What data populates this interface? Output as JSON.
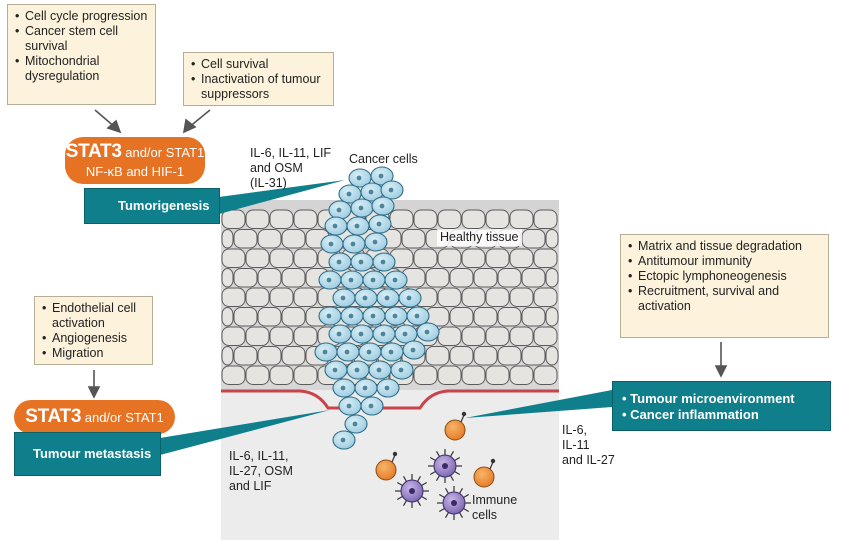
{
  "box_top_left": {
    "items": [
      "Cell cycle progression",
      "Cancer stem cell survival",
      "Mitochondrial dysregulation"
    ]
  },
  "box_top_mid": {
    "items": [
      "Cell survival",
      "Inactivation of tumour suppressors"
    ]
  },
  "box_left_mid": {
    "items": [
      "Endothelial cell activation",
      "Angiogenesis",
      "Migration"
    ]
  },
  "box_right": {
    "items": [
      "Matrix and tissue degradation",
      "Antitumour immunity",
      "Ectopic lymphoneogenesis",
      "Recruitment, survival and activation"
    ]
  },
  "pill_top": {
    "stat3": "STAT3",
    "rest": " and/or STAT1",
    "line2": "NF-κB and HIF-1"
  },
  "pill_bottom": {
    "stat3": "STAT3",
    "rest": " and/or STAT1"
  },
  "banner_tumorigenesis": "Tumorigenesis",
  "banner_metastasis": "Tumour metastasis",
  "banner_microenv": {
    "items": [
      "Tumour microenvironment",
      "Cancer inflammation"
    ]
  },
  "labels": {
    "cytokines_top": [
      "IL-6, IL-11, LIF",
      "and OSM",
      "(IL-31)"
    ],
    "cancer_cells": "Cancer cells",
    "healthy_tissue": "Healthy tissue",
    "cytokines_bottom_left": [
      "IL-6, IL-11,",
      "IL-27, OSM",
      "and LIF"
    ],
    "cytokines_right": [
      "IL-6,",
      "IL-11",
      "and IL-27"
    ],
    "immune_cells": [
      "Immune",
      "cells"
    ]
  },
  "colors": {
    "orange": "#e67324",
    "teal": "#0f7f8c",
    "box_bg": "#fdf3dc",
    "cancer": "#b5dcea",
    "healthy": "#e4e2df"
  }
}
